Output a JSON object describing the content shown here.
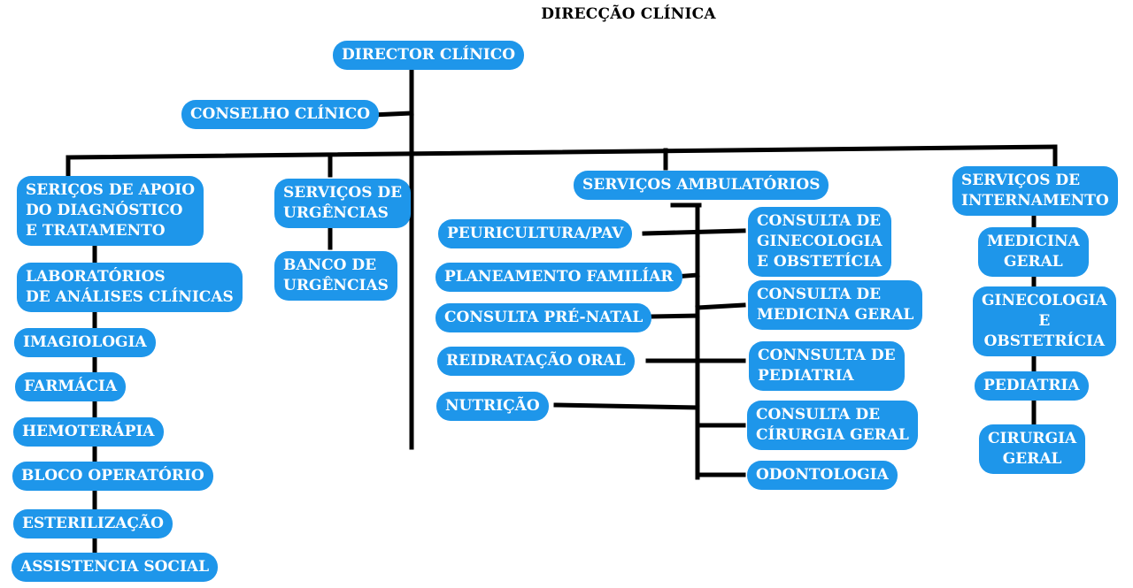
{
  "title": "DIRECÇÃO CLÍNICA",
  "colors": {
    "box_fill": "#1e96ea",
    "box_text": "#ffffff",
    "connector": "#000000"
  },
  "nodes": {
    "director": "DIRECTOR CLÍNICO",
    "conselho": "CONSELHO CLÍNICO",
    "apoio": {
      "header": "SERIÇOS DE APOIO\nDO DIAGNÓSTICO\nE TRATAMENTO",
      "items": [
        "LABORATÓRIOS\nDE ANÁLISES CLÍNICAS",
        "IMAGIOLOGIA",
        "FARMÁCIA",
        "HEMOTERÁPIA",
        "BLOCO OPERATÓRIO",
        "ESTERILIZAÇÃO",
        "ASSISTENCIA SOCIAL"
      ]
    },
    "urgencias": {
      "header": "SERVIÇOS DE\nURGÊNCIAS",
      "items": [
        "BANCO DE\nURGÊNCIAS"
      ]
    },
    "ambulatorios": {
      "header": "SERVIÇOS AMBULATÓRIOS",
      "left_items": [
        "PEURICULTURA/PAV",
        "PLANEAMENTO FAMILÍAR",
        "CONSULTA PRÉ-NATAL",
        "REIDRATAÇÃO ORAL",
        "NUTRIÇÃO"
      ],
      "right_items": [
        "CONSULTA DE\nGINECOLOGIA\nE OBSTETÍCIA",
        "CONSULTA DE\nMEDICINA GERAL",
        "CONNSULTA DE\nPEDIATRIA",
        "CONSULTA DE\nCÍRURGIA GERAL",
        "ODONTOLOGIA"
      ]
    },
    "internamento": {
      "header": "SERVIÇOS DE\nINTERNAMENTO",
      "items": [
        "MEDICINA\nGERAL",
        "GINECOLOGIA\nE\nOBSTETRÍCIA",
        "PEDIATRIA",
        "CIRURGIA\nGERAL"
      ]
    }
  }
}
